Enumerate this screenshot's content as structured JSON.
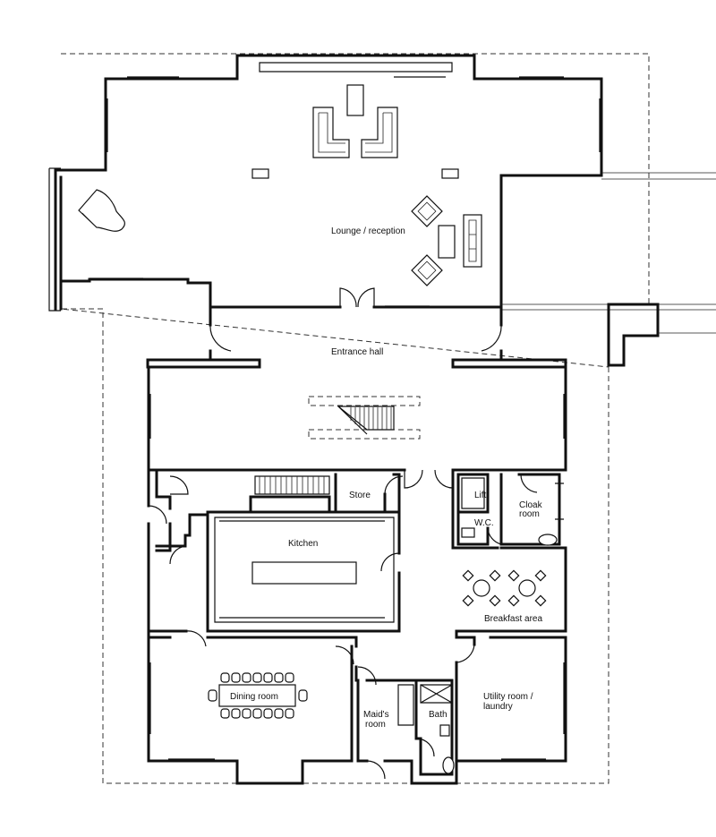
{
  "rooms": {
    "lounge": "Lounge / reception",
    "entrance": "Entrance hall",
    "store": "Store",
    "lift": "Lift",
    "cloak_1": "Cloak",
    "cloak_2": "room",
    "wc": "W.C.",
    "kitchen": "Kitchen",
    "breakfast": "Breakfast area",
    "dining": "Dining room",
    "maids_1": "Maid's",
    "maids_2": "room",
    "bath": "Bath",
    "utility_1": "Utility room /",
    "utility_2": "laundry"
  }
}
